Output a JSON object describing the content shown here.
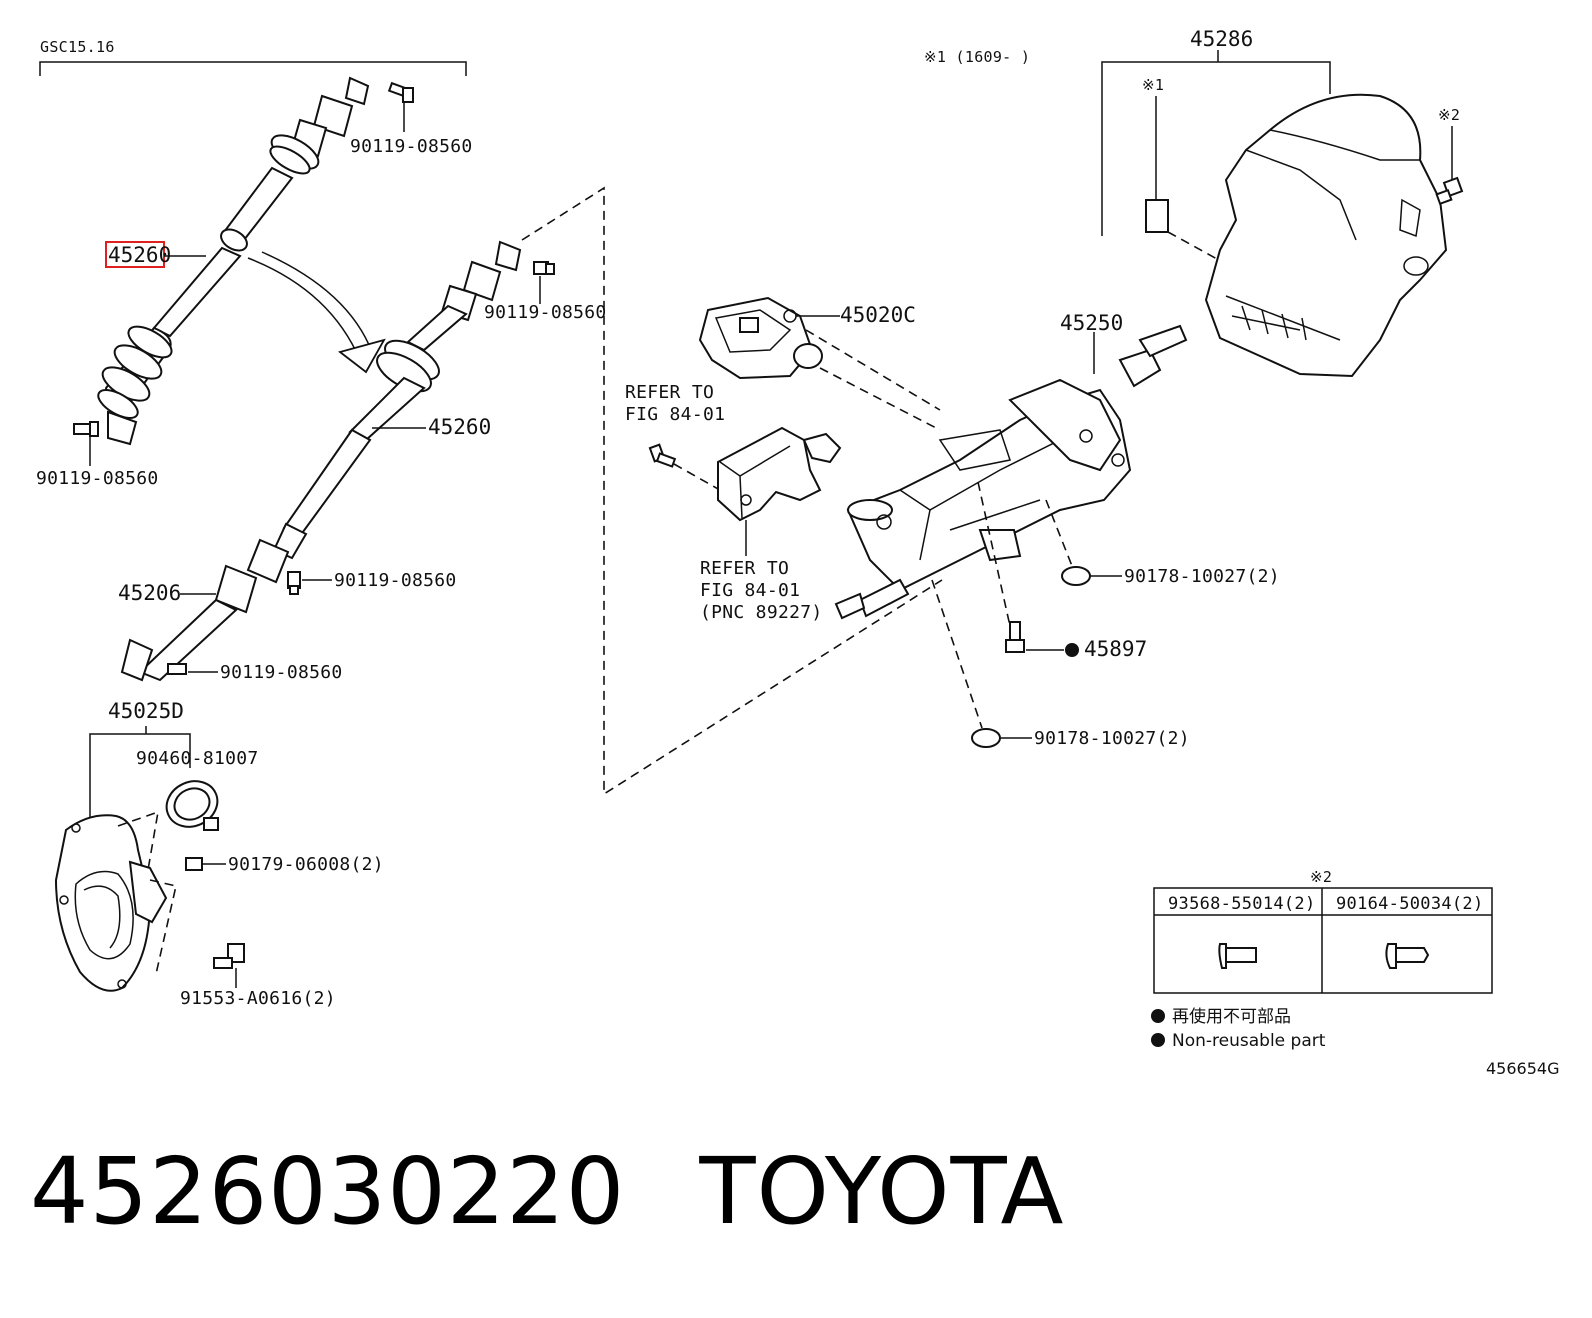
{
  "header": {
    "model_code": "GSC15.16",
    "note_1": "※1 (1609-     )"
  },
  "callouts": {
    "p45260_main": "45260",
    "p45260_exploded": "45260",
    "p90119_top": "90119-08560",
    "p90119_mid": "90119-08560",
    "p90119_left": "90119-08560",
    "p90119_joint": "90119-08560",
    "p90119_bottom": "90119-08560",
    "p45206": "45206",
    "p45025D": "45025D",
    "p90460": "90460-81007",
    "p90179": "90179-06008(2)",
    "p91553": "91553-A0616(2)",
    "p45020C": "45020C",
    "p45250": "45250",
    "p45286": "45286",
    "p90178_a": "90178-10027(2)",
    "p90178_b": "90178-10027(2)",
    "p45897": "45897",
    "mark_1": "※1",
    "mark_2": "※2"
  },
  "refer_top": {
    "line1": "REFER TO",
    "line2": "FIG 84-01"
  },
  "refer_bottom": {
    "line1": "REFER TO",
    "line2": "FIG 84-01",
    "line3": "(PNC 89227)"
  },
  "fastener_table": {
    "mark": "※2",
    "columns": [
      "93568-55014(2)",
      "90164-50034(2)"
    ]
  },
  "legend": {
    "jp": "再使用不可部品",
    "en": "Non-reusable part"
  },
  "illustration_id": "456654G",
  "highlight_color": "#e02020",
  "footer": {
    "part_number": "4526030220",
    "brand": "TOYOTA"
  }
}
